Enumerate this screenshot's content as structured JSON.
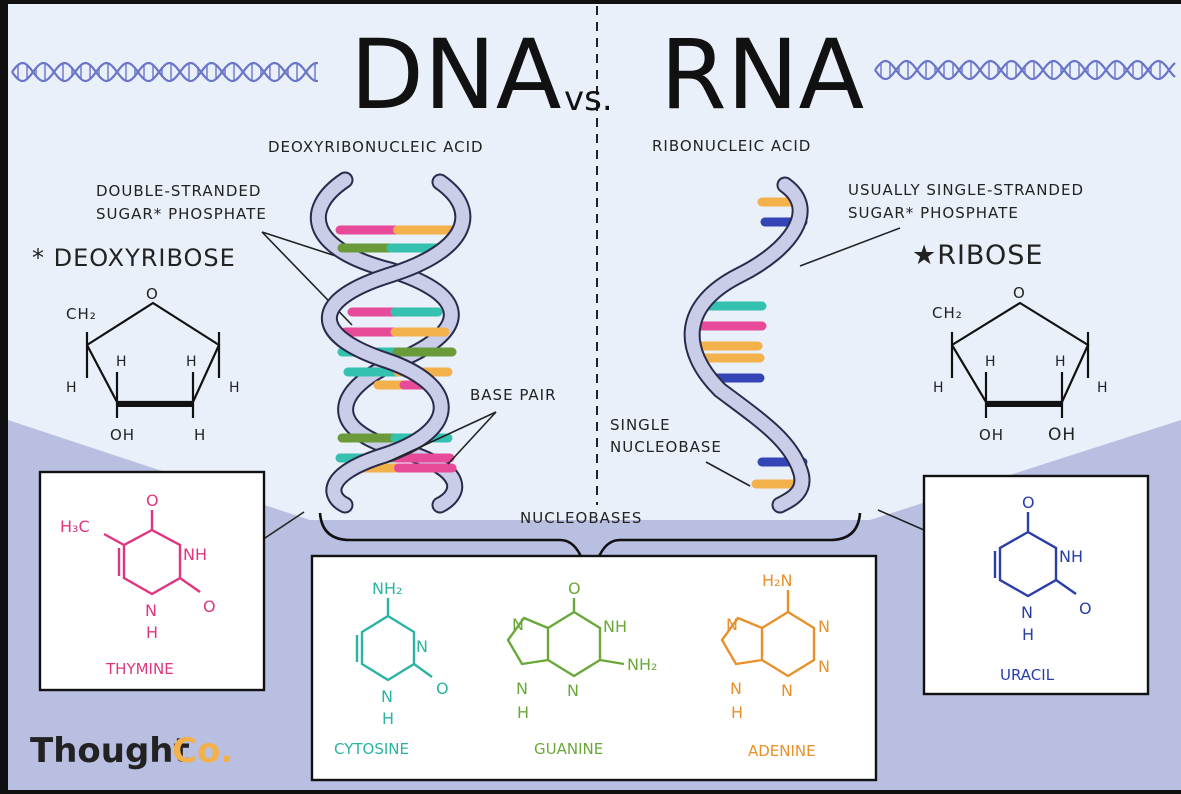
{
  "title": {
    "dna": "DNA",
    "vs": "vs.",
    "rna": "RNA"
  },
  "dna": {
    "subtitle": "DEOXYRIBONUCLEIC ACID",
    "strand_label_line1": "DOUBLE-STRANDED",
    "strand_label_line2": "SUGAR* PHOSPHATE",
    "sugar_name": "* DEOXYRIBOSE",
    "base_pair_label": "BASE PAIR",
    "sugar_atoms": {
      "ch2": "CH₂",
      "o": "O",
      "h": "H",
      "oh": "OH"
    }
  },
  "rna": {
    "subtitle": "RIBONUCLEIC ACID",
    "strand_label_line1": "USUALLY SINGLE-STRANDED",
    "strand_label_line2": "SUGAR* PHOSPHATE",
    "sugar_name": "★RIBOSE",
    "single_label_line1": "SINGLE",
    "single_label_line2": "NUCLEOBASE",
    "sugar_atoms": {
      "ch2": "CH₂",
      "o": "O",
      "h": "H",
      "oh": "OH"
    }
  },
  "nucleobases_label": "NUCLEOBASES",
  "bases": {
    "thymine": {
      "name": "THYMINE",
      "color": "#e0357f",
      "h3c": "H₃C",
      "o": "O",
      "nh": "NH",
      "n": "N",
      "h": "H"
    },
    "cytosine": {
      "name": "CYTOSINE",
      "color": "#2bb3a3",
      "nh2": "NH₂",
      "n": "N",
      "o": "O",
      "h": "H"
    },
    "guanine": {
      "name": "GUANINE",
      "color": "#6aa83a",
      "o": "O",
      "nh": "NH",
      "n": "N",
      "nh2": "NH₂",
      "h": "H"
    },
    "adenine": {
      "name": "ADENINE",
      "color": "#e8902a",
      "h2n": "H₂N",
      "n": "N",
      "h": "H"
    },
    "uracil": {
      "name": "URACIL",
      "color": "#2a3ea8",
      "o": "O",
      "nh": "NH",
      "n": "N",
      "h": "H"
    }
  },
  "brand": {
    "thought": "Thought",
    "co": "Co."
  },
  "colors": {
    "background": "#eaf0fa",
    "lower_band": "#b9bfe0",
    "helix": "#c9cde8",
    "helix_stroke": "#2a2a4a",
    "pink": "#e84a9a",
    "orange": "#f2b14b",
    "teal": "#35c1b0",
    "green": "#6b9a3a",
    "blue": "#3446b5",
    "wave": "#6a74c8"
  }
}
